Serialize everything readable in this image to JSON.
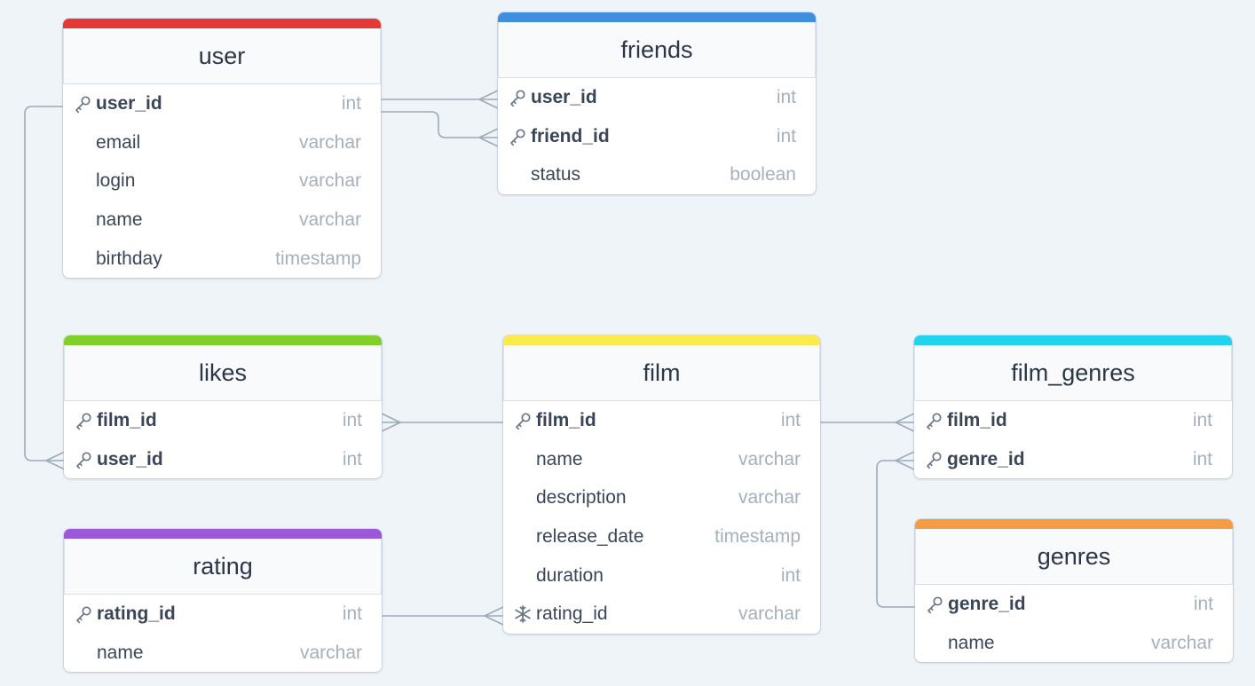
{
  "colors": {
    "background": "#eff4f8",
    "connector": "#9daab9",
    "user": "#e53935",
    "friends": "#3f8fde",
    "likes": "#7fd12a",
    "film": "#fbea4d",
    "film_genres": "#22d3ee",
    "rating": "#9b59d9",
    "genres": "#f79c45"
  },
  "tables": {
    "user": {
      "name": "user",
      "fields": [
        {
          "name": "user_id",
          "type": "int",
          "icon": "key-icon"
        },
        {
          "name": "email",
          "type": "varchar"
        },
        {
          "name": "login",
          "type": "varchar"
        },
        {
          "name": "name",
          "type": "varchar"
        },
        {
          "name": "birthday",
          "type": "timestamp"
        }
      ]
    },
    "friends": {
      "name": "friends",
      "fields": [
        {
          "name": "user_id",
          "type": "int",
          "icon": "key-icon"
        },
        {
          "name": "friend_id",
          "type": "int",
          "icon": "key-icon"
        },
        {
          "name": "status",
          "type": "boolean"
        }
      ]
    },
    "likes": {
      "name": "likes",
      "fields": [
        {
          "name": "film_id",
          "type": "int",
          "icon": "key-icon"
        },
        {
          "name": "user_id",
          "type": "int",
          "icon": "key-icon"
        }
      ]
    },
    "film": {
      "name": "film",
      "fields": [
        {
          "name": "film_id",
          "type": "int",
          "icon": "key-icon"
        },
        {
          "name": "name",
          "type": "varchar"
        },
        {
          "name": "description",
          "type": "varchar"
        },
        {
          "name": "release_date",
          "type": "timestamp"
        },
        {
          "name": "duration",
          "type": "int"
        },
        {
          "name": "rating_id",
          "type": "varchar",
          "icon": "snowflake-icon"
        }
      ]
    },
    "film_genres": {
      "name": "film_genres",
      "fields": [
        {
          "name": "film_id",
          "type": "int",
          "icon": "key-icon"
        },
        {
          "name": "genre_id",
          "type": "int",
          "icon": "key-icon"
        }
      ]
    },
    "rating": {
      "name": "rating",
      "fields": [
        {
          "name": "rating_id",
          "type": "int",
          "icon": "key-icon"
        },
        {
          "name": "name",
          "type": "varchar"
        }
      ]
    },
    "genres": {
      "name": "genres",
      "fields": [
        {
          "name": "genre_id",
          "type": "int",
          "icon": "key-icon"
        },
        {
          "name": "name",
          "type": "varchar"
        }
      ]
    }
  },
  "relationships": [
    {
      "from": "user.user_id",
      "to": "friends.user_id",
      "from_end": "one",
      "to_end": "many"
    },
    {
      "from": "user.user_id",
      "to": "friends.friend_id",
      "from_end": "one",
      "to_end": "many"
    },
    {
      "from": "user.user_id",
      "to": "likes.user_id",
      "from_end": "one",
      "to_end": "many"
    },
    {
      "from": "film.film_id",
      "to": "likes.film_id",
      "from_end": "one",
      "to_end": "many"
    },
    {
      "from": "film.film_id",
      "to": "film_genres.film_id",
      "from_end": "one",
      "to_end": "many"
    },
    {
      "from": "genres.genre_id",
      "to": "film_genres.genre_id",
      "from_end": "one",
      "to_end": "many"
    },
    {
      "from": "rating.rating_id",
      "to": "film.rating_id",
      "from_end": "one",
      "to_end": "many"
    }
  ]
}
